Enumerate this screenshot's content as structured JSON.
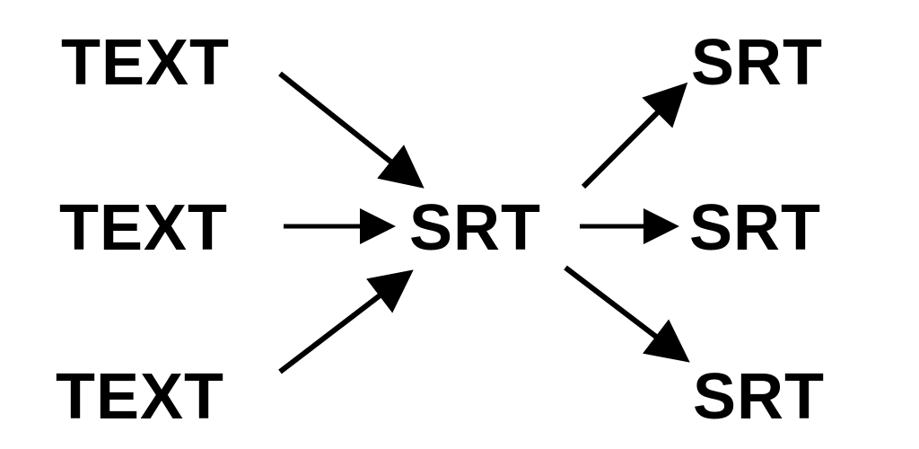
{
  "diagram": {
    "inputs": [
      {
        "label": "TEXT"
      },
      {
        "label": "TEXT"
      },
      {
        "label": "TEXT"
      }
    ],
    "hub": {
      "label": "SRT"
    },
    "outputs": [
      {
        "label": "SRT"
      },
      {
        "label": "SRT"
      },
      {
        "label": "SRT"
      }
    ],
    "colors": {
      "text": "#000000",
      "arrow": "#000000",
      "background": "#ffffff"
    }
  }
}
